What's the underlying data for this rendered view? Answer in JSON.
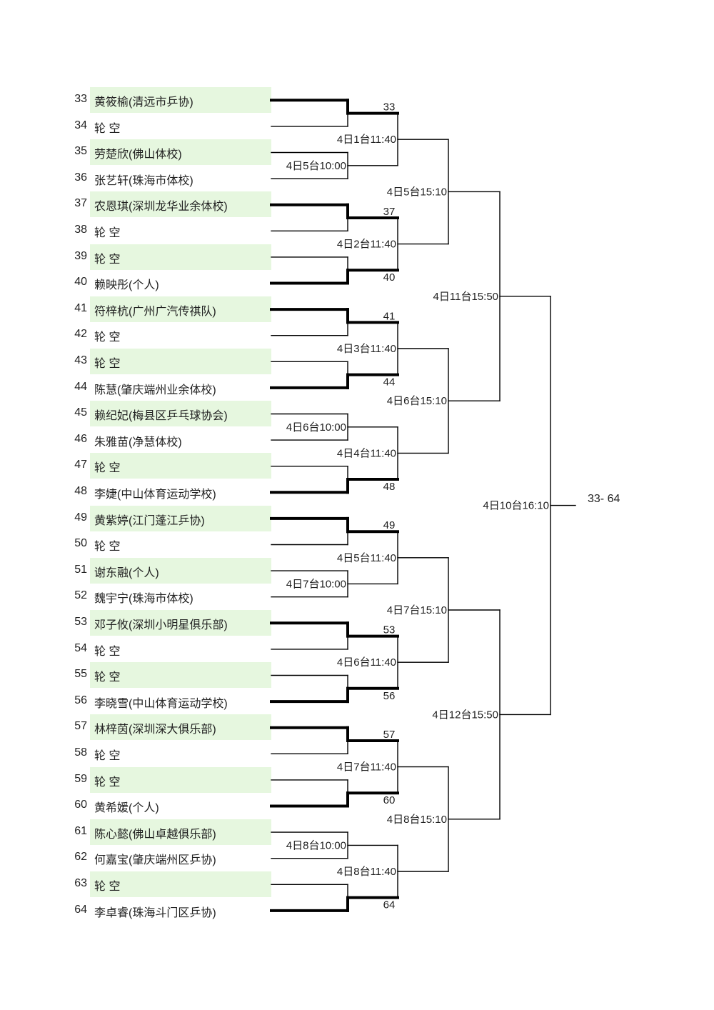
{
  "players": [
    {
      "seed": "33",
      "name": "黄筱榆(清远市乒协)",
      "highlight": true
    },
    {
      "seed": "34",
      "name": "轮  空",
      "highlight": false
    },
    {
      "seed": "35",
      "name": "劳楚欣(佛山体校)",
      "highlight": true
    },
    {
      "seed": "36",
      "name": "张艺轩(珠海市体校)",
      "highlight": false
    },
    {
      "seed": "37",
      "name": "农恩琪(深圳龙华业余体校)",
      "highlight": true
    },
    {
      "seed": "38",
      "name": "轮  空",
      "highlight": false
    },
    {
      "seed": "39",
      "name": "轮  空",
      "highlight": true
    },
    {
      "seed": "40",
      "name": "赖映彤(个人)",
      "highlight": false
    },
    {
      "seed": "41",
      "name": "符梓杭(广州广汽传祺队)",
      "highlight": true
    },
    {
      "seed": "42",
      "name": "轮  空",
      "highlight": false
    },
    {
      "seed": "43",
      "name": "轮  空",
      "highlight": true
    },
    {
      "seed": "44",
      "name": "陈慧(肇庆端州业余体校)",
      "highlight": false
    },
    {
      "seed": "45",
      "name": "赖纪妃(梅县区乒乓球协会)",
      "highlight": true
    },
    {
      "seed": "46",
      "name": "朱雅苗(净慧体校)",
      "highlight": false
    },
    {
      "seed": "47",
      "name": "轮  空",
      "highlight": true
    },
    {
      "seed": "48",
      "name": "李婕(中山体育运动学校)",
      "highlight": false
    },
    {
      "seed": "49",
      "name": "黄紫婷(江门蓬江乒协)",
      "highlight": true
    },
    {
      "seed": "50",
      "name": "轮  空",
      "highlight": false
    },
    {
      "seed": "51",
      "name": "谢东融(个人)",
      "highlight": true
    },
    {
      "seed": "52",
      "name": "魏宇宁(珠海市体校)",
      "highlight": false
    },
    {
      "seed": "53",
      "name": "邓子攸(深圳小明星俱乐部)",
      "highlight": true
    },
    {
      "seed": "54",
      "name": "轮  空",
      "highlight": false
    },
    {
      "seed": "55",
      "name": "轮  空",
      "highlight": true
    },
    {
      "seed": "56",
      "name": "李晓雪(中山体育运动学校)",
      "highlight": false
    },
    {
      "seed": "57",
      "name": "林梓茵(深圳深大俱乐部)",
      "highlight": true
    },
    {
      "seed": "58",
      "name": "轮  空",
      "highlight": false
    },
    {
      "seed": "59",
      "name": "轮  空",
      "highlight": true
    },
    {
      "seed": "60",
      "name": "黄希媛(个人)",
      "highlight": false
    },
    {
      "seed": "61",
      "name": "陈心懿(佛山卓越俱乐部)",
      "highlight": true
    },
    {
      "seed": "62",
      "name": "何嘉宝(肇庆端州区乒协)",
      "highlight": false
    },
    {
      "seed": "63",
      "name": "轮  空",
      "highlight": true
    },
    {
      "seed": "64",
      "name": "李卓睿(珠海斗门区乒协)",
      "highlight": false
    }
  ],
  "round1": [
    {
      "winner": "top",
      "result": "33",
      "label": ""
    },
    {
      "winner": "",
      "result": "",
      "label": "4日5台10:00"
    },
    {
      "winner": "top",
      "result": "37",
      "label": ""
    },
    {
      "winner": "bottom",
      "result": "40",
      "label": ""
    },
    {
      "winner": "top",
      "result": "41",
      "label": ""
    },
    {
      "winner": "bottom",
      "result": "44",
      "label": ""
    },
    {
      "winner": "",
      "result": "",
      "label": "4日6台10:00"
    },
    {
      "winner": "bottom",
      "result": "48",
      "label": ""
    },
    {
      "winner": "top",
      "result": "49",
      "label": ""
    },
    {
      "winner": "",
      "result": "",
      "label": "4日7台10:00"
    },
    {
      "winner": "top",
      "result": "53",
      "label": ""
    },
    {
      "winner": "bottom",
      "result": "56",
      "label": ""
    },
    {
      "winner": "top",
      "result": "57",
      "label": ""
    },
    {
      "winner": "bottom",
      "result": "60",
      "label": ""
    },
    {
      "winner": "",
      "result": "",
      "label": "4日8台10:00"
    },
    {
      "winner": "bottom",
      "result": "64",
      "label": ""
    }
  ],
  "round2": [
    "4日1台11:40",
    "4日2台11:40",
    "4日3台11:40",
    "4日4台11:40",
    "4日5台11:40",
    "4日6台11:40",
    "4日7台11:40",
    "4日8台11:40"
  ],
  "round3": [
    "4日5台15:10",
    "4日6台15:10",
    "4日7台15:10",
    "4日8台15:10"
  ],
  "round4": [
    "4日11台15:50",
    "4日12台15:50"
  ],
  "round5": [
    "4日10台16:10"
  ],
  "range_label": "33- 64"
}
